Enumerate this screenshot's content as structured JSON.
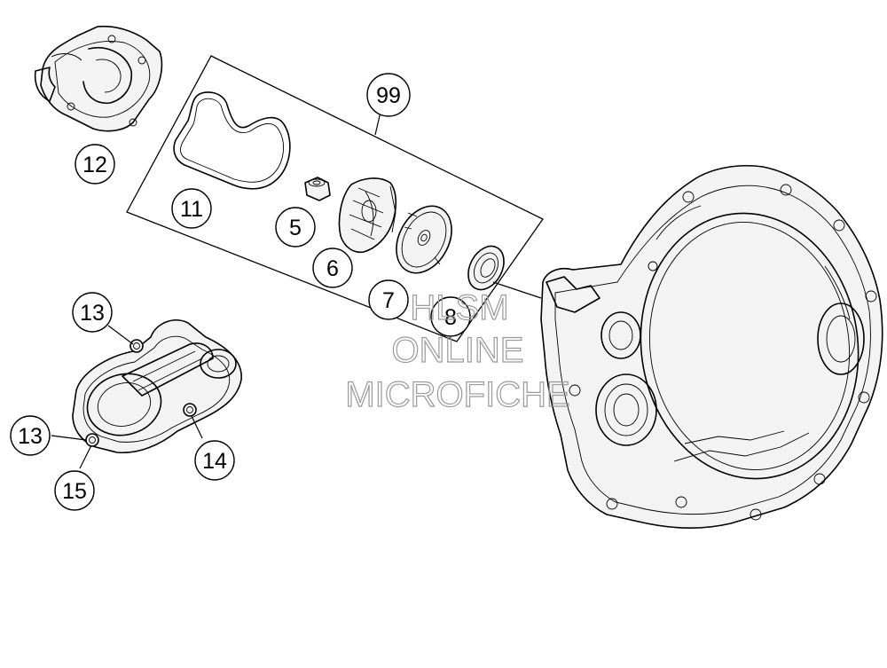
{
  "callouts": [
    {
      "id": "99",
      "label": "99"
    },
    {
      "id": "12",
      "label": "12"
    },
    {
      "id": "11",
      "label": "11"
    },
    {
      "id": "5",
      "label": "5"
    },
    {
      "id": "6",
      "label": "6"
    },
    {
      "id": "7",
      "label": "7"
    },
    {
      "id": "8",
      "label": "8"
    },
    {
      "id": "13a",
      "label": "13"
    },
    {
      "id": "13b",
      "label": "13"
    },
    {
      "id": "14",
      "label": "14"
    },
    {
      "id": "15",
      "label": "15"
    }
  ],
  "watermark": {
    "line1": "HLSM",
    "line2": "ONLINE",
    "line3": "MICROFICHE"
  }
}
